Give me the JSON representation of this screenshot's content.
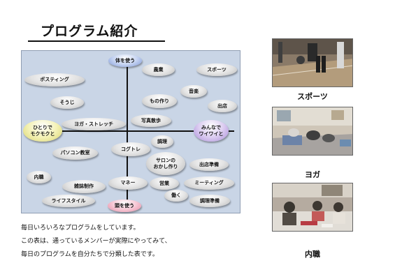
{
  "page": {
    "title": "プログラム紹介"
  },
  "diagram": {
    "nodes": [
      {
        "id": "head-top",
        "label": "体を使う",
        "style": "hub-blue"
      },
      {
        "id": "head-bottom",
        "label": "頭を使う",
        "style": "hub-pink"
      },
      {
        "id": "head-left",
        "label": "ひとりで\nモクモクと",
        "style": "hub-yellow"
      },
      {
        "id": "head-right",
        "label": "みんなで\nワイワイと",
        "style": "hub-purple"
      },
      {
        "id": "posting",
        "label": "ポスティング"
      },
      {
        "id": "souji",
        "label": "そうじ"
      },
      {
        "id": "yoga-stretch",
        "label": "ヨガ・ストレッチ"
      },
      {
        "id": "nougyo",
        "label": "農業"
      },
      {
        "id": "sports",
        "label": "スポーツ"
      },
      {
        "id": "ongaku",
        "label": "音楽"
      },
      {
        "id": "monozukuri",
        "label": "もの作り"
      },
      {
        "id": "shutten",
        "label": "出店"
      },
      {
        "id": "shashin-sanpo",
        "label": "写真散歩"
      },
      {
        "id": "pasokon",
        "label": "パソコン教室"
      },
      {
        "id": "cogtre",
        "label": "コグトレ"
      },
      {
        "id": "chouri",
        "label": "調理"
      },
      {
        "id": "salon",
        "label": "サロンの\nおかし作り"
      },
      {
        "id": "shutten-junbi",
        "label": "出店準備"
      },
      {
        "id": "naishoku",
        "label": "内職"
      },
      {
        "id": "zasshi",
        "label": "雑誌制作"
      },
      {
        "id": "money",
        "label": "マネー"
      },
      {
        "id": "eigyo",
        "label": "営業"
      },
      {
        "id": "meeting",
        "label": "ミーティング"
      },
      {
        "id": "hataraku",
        "label": "働く"
      },
      {
        "id": "lifestyle",
        "label": "ライフスタイル"
      },
      {
        "id": "chouri-junbi",
        "label": "調理準備"
      }
    ]
  },
  "description": [
    "毎日いろいろなプログラムをしています。",
    "この表は、通っているメンバーが実際にやってみて、",
    "毎日のプログラムを自分たちで分類した表です。"
  ],
  "photos": [
    {
      "caption": "スポーツ"
    },
    {
      "caption": "ヨガ"
    },
    {
      "caption": "内職"
    }
  ]
}
